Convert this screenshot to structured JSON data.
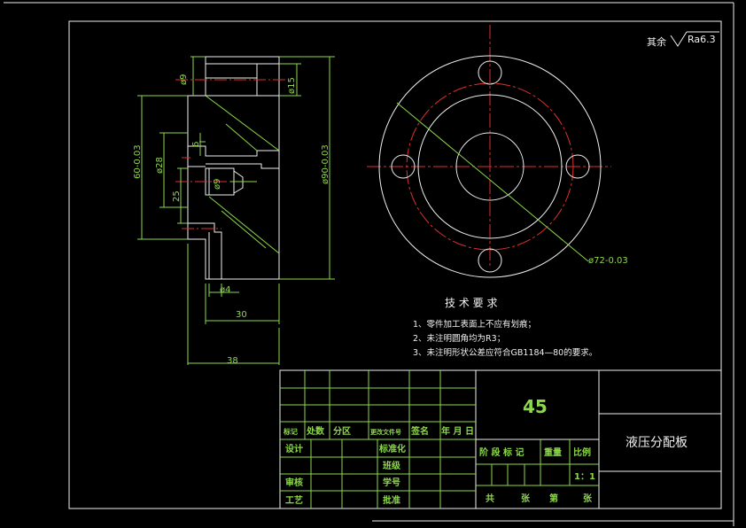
{
  "surface_finish": {
    "prefix": "其余",
    "value": "Ra6.3"
  },
  "dimensions": {
    "d9_top": "ø9",
    "d15": "ø15",
    "h6": "6",
    "d28": "ø28",
    "d60": "60-0.03",
    "d9_mid": "ø9",
    "d90": "ø90-0.03",
    "v25": "25",
    "d4": "ø4",
    "len30": "30",
    "len38": "38",
    "d72": "ø72-0.03"
  },
  "tech_requirements": {
    "title": "技 术 要 求",
    "items": [
      "1、零件加工表面上不应有划痕；",
      "2、未注明圆角均为R3；",
      "3、未注明形状公差应符合GB1184—80的要求。"
    ]
  },
  "title_block": {
    "material": "45",
    "part_name": "液压分配板",
    "header_row": [
      "标记",
      "处数",
      "分区",
      "更改文件号",
      "签名",
      "年 月 日"
    ],
    "design": "设计",
    "standard": "标准化",
    "class": "班级",
    "student_no": "学号",
    "review": "审核",
    "process": "工艺",
    "approve": "批准",
    "stage_mark": "阶 段 标 记",
    "weight": "重量",
    "scale_label": "比例",
    "scale_value": "1：1",
    "sheets": {
      "total": "共",
      "unit1": "张",
      "nth": "第",
      "unit2": "张"
    }
  }
}
